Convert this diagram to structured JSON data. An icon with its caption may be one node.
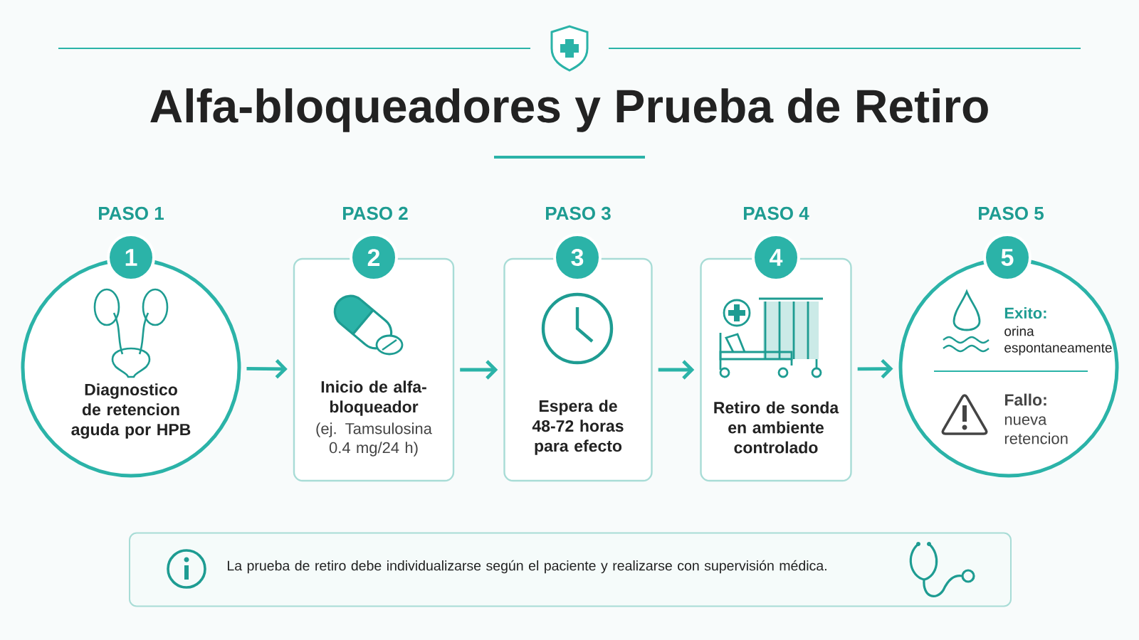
{
  "diagram": {
    "title": "Alfa-bloqueadores y Prueba de Retiro",
    "nodes": [
      {
        "text": [
          "PASO 1",
          "1",
          "Diagnostico de retencion aguda por HPB"
        ]
      },
      {
        "text": [
          "PASO 2",
          "2",
          "Inicio de alfa-bloqueador",
          "(ej. Tamsulosina 0.4 mg/24 h)"
        ]
      },
      {
        "text": [
          "PASO 3",
          "3",
          "Espera de 48-72 horas para efecto"
        ]
      },
      {
        "text": [
          "PASO 4",
          "4",
          "Retiro de sonda en ambiente controlado"
        ]
      },
      {
        "text": [
          "PASO 5",
          "5",
          "Exito:",
          "orina espontaneamente",
          "Fallo:",
          "nueva retencion"
        ]
      },
      {
        "text": [
          "La prueba de retiro debe individualizarse según el paciente y realizarse con supervisión médica."
        ]
      }
    ],
    "edges": [
      {
        "from": 0,
        "to": 1,
        "arrow": "to"
      },
      {
        "from": 1,
        "to": 2,
        "arrow": "to"
      },
      {
        "from": 2,
        "to": 3,
        "arrow": "to"
      },
      {
        "from": 3,
        "to": 4,
        "arrow": "to"
      }
    ]
  }
}
